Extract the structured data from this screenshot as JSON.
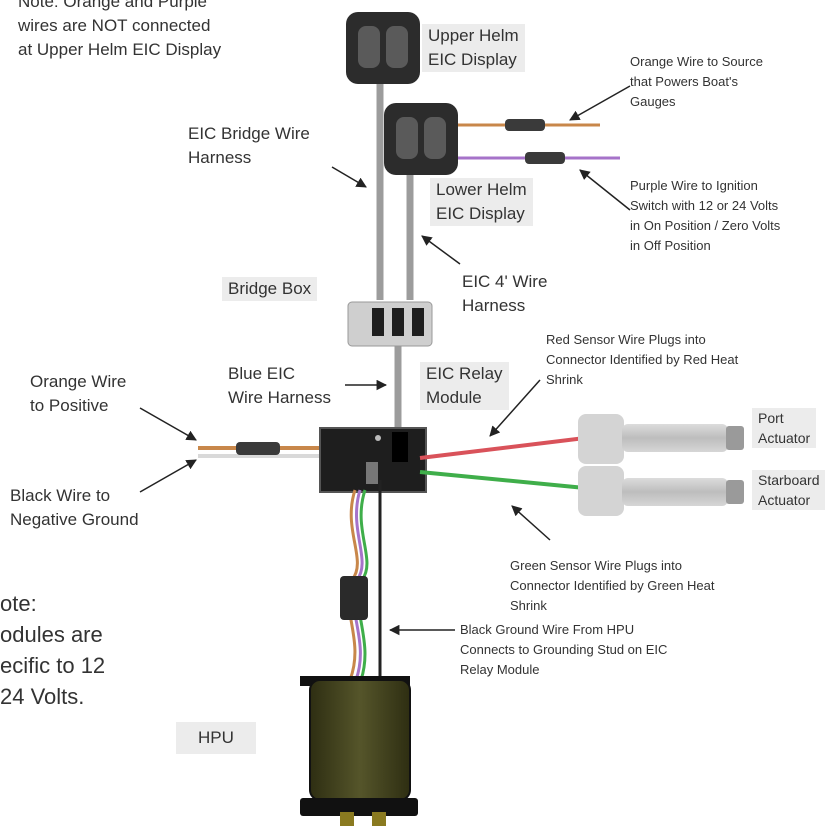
{
  "labels": {
    "note_top": [
      "Note: Orange and Purple",
      "wires are NOT connected",
      "at Upper Helm EIC Display"
    ],
    "upper_helm": [
      "Upper Helm",
      "EIC Display"
    ],
    "orange_source": [
      "Orange Wire to Source",
      "that Powers Boat's",
      "Gauges"
    ],
    "eic_bridge": [
      "EIC Bridge Wire",
      "Harness"
    ],
    "lower_helm": [
      "Lower Helm",
      "EIC Display"
    ],
    "purple_ignition": [
      "Purple Wire to Ignition",
      "Switch with 12 or 24 Volts",
      "in On Position / Zero Volts",
      "in Off Position"
    ],
    "eic_4ft": [
      "EIC 4' Wire",
      "Harness"
    ],
    "bridge_box": "Bridge Box",
    "red_sensor": [
      "Red Sensor Wire Plugs into",
      "Connector Identified by Red Heat",
      "Shrink"
    ],
    "orange_positive": [
      "Orange Wire",
      "to Positive"
    ],
    "blue_eic": [
      "Blue EIC",
      "Wire Harness"
    ],
    "eic_relay": [
      "EIC Relay",
      "Module"
    ],
    "port_actuator": [
      "Port",
      "Actuator"
    ],
    "starboard_actuator": [
      "Starboard",
      "Actuator"
    ],
    "black_negative": [
      "Black Wire to",
      "Negative Ground"
    ],
    "green_sensor": [
      "Green Sensor Wire Plugs into",
      "Connector Identified by Green Heat",
      "Shrink"
    ],
    "note_bottom": [
      "ote:",
      "odules are",
      "ecific to 12",
      "24 Volts."
    ],
    "black_ground": [
      "Black Ground Wire From HPU",
      "Connects to Grounding Stud on EIC",
      "Relay Module"
    ],
    "hpu": "HPU"
  },
  "colors": {
    "orange_wire": "#c8874a",
    "purple_wire": "#a673c9",
    "red_wire": "#d9525a",
    "green_wire": "#3fae4a",
    "gray_harness": "#9c9c9c",
    "label_box": "#ececec",
    "hpu_body": "#4a4a1c"
  }
}
